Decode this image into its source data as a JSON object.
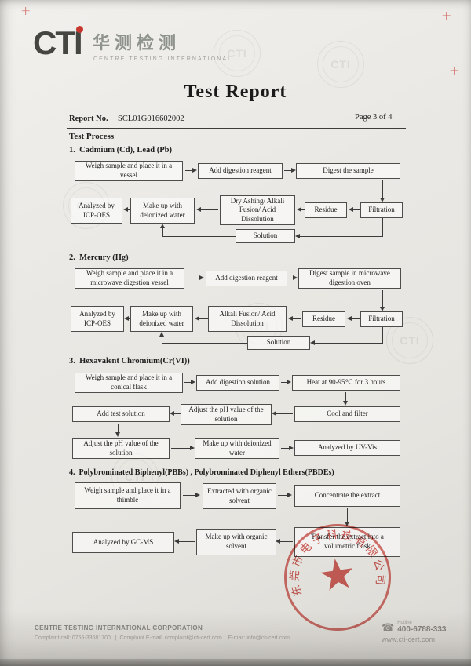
{
  "logo": {
    "cti": "CTI",
    "chinese": "华测检测",
    "subtitle": "CENTRE TESTING INTERNATIONAL"
  },
  "header": {
    "title": "Test Report",
    "report_no_label": "Report No.",
    "report_no": "SCL01G016602002",
    "page_info": "Page 3 of 4",
    "process_heading": "Test Process"
  },
  "sections": {
    "s1": {
      "heading": "1.  Cadmium (Cd), Lead (Pb)",
      "weigh": "Weigh sample and place it in a vessel",
      "reagent": "Add digestion reagent",
      "digest": "Digest the sample",
      "filtration": "Filtration",
      "residue": "Residue",
      "dissolution": "Dry Ashing/ Alkali Fusion/ Acid Dissolution",
      "makeup": "Make up with deionized water",
      "analyzed": "Analyzed by ICP-OES",
      "solution": "Solution"
    },
    "s2": {
      "heading": "2.  Mercury (Hg)",
      "weigh": "Weigh sample and place it in a microwave digestion vessel",
      "reagent": "Add digestion reagent",
      "digest": "Digest sample in microwave digestion oven",
      "filtration": "Filtration",
      "residue": "Residue",
      "dissolution": "Alkali Fusion/ Acid Dissolution",
      "makeup": "Make up with deionized water",
      "analyzed": "Analyzed by ICP-OES",
      "solution": "Solution"
    },
    "s3": {
      "heading": "3.  Hexavalent Chromium(Cr(VI))",
      "weigh": "Weigh sample and place it in a conical flask",
      "digestion": "Add digestion solution",
      "heat": "Heat at 90-95℃ for 3 hours",
      "cool": "Cool and filter",
      "adjust1": "Adjust the pH value of the solution",
      "add_test": "Add test solution",
      "adjust2": "Adjust the pH value of the solution",
      "makeup": "Make up with deionized water",
      "analyzed": "Analyzed by UV-Vis"
    },
    "s4": {
      "heading": "4.  Polybrominated Biphenyl(PBBs) , Polybrominated Diphenyl Ethers(PBDEs)",
      "weigh": "Weigh sample and place it in a thimble",
      "extracted": "Extracted with organic solvent",
      "concentrate": "Concentrate the extract",
      "transfer": "Transfer the extract into a volumetric flask",
      "makeup": "Make up with organic solvent",
      "analyzed": "Analyzed by GC-MS"
    }
  },
  "stamp": {
    "company": "东莞市电子科技有限公司"
  },
  "icons": {
    "star": "★",
    "phone": "☎",
    "cross": "+"
  },
  "footer": {
    "company": "CENTRE TESTING INTERNATIONAL CORPORATION",
    "contacts": "Complaint call: 0755-33681700   |  Complaint E-mail: complaint@cti-cert.com    E-mail: info@cti-cert.com",
    "hotline_label": "Hotline",
    "hotline": "400-6788-333",
    "website": "www.cti-cert.com"
  }
}
